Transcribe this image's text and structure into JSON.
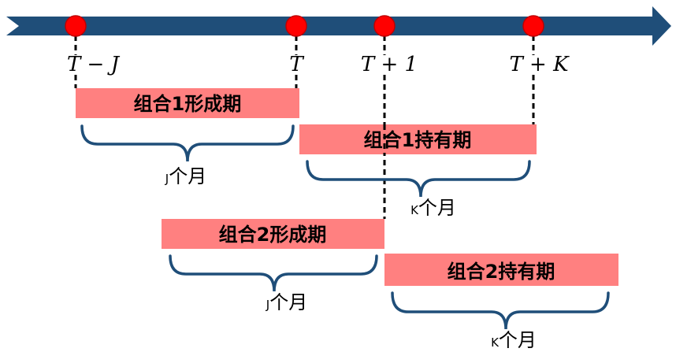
{
  "timeline": {
    "arrow_color": "#1F4E79",
    "marker_color": "#FF0000",
    "ticks": [
      {
        "id": "t-minus-j",
        "label": "T − J"
      },
      {
        "id": "t",
        "label": "T"
      },
      {
        "id": "t-plus-1",
        "label": "T + 1"
      },
      {
        "id": "t-plus-k",
        "label": "T + K"
      }
    ]
  },
  "periods": [
    {
      "id": "portfolio1-formation",
      "label": "组合1形成期",
      "duration_letter": "J",
      "duration_unit": "个月"
    },
    {
      "id": "portfolio1-holding",
      "label": "组合1持有期",
      "duration_letter": "K",
      "duration_unit": "个月"
    },
    {
      "id": "portfolio2-formation",
      "label": "组合2形成期",
      "duration_letter": "J",
      "duration_unit": "个月"
    },
    {
      "id": "portfolio2-holding",
      "label": "组合2持有期",
      "duration_letter": "K",
      "duration_unit": "个月"
    }
  ],
  "colors": {
    "bar_fill": "#FF8080",
    "brace": "#1F4E79",
    "dashed": "#000000"
  }
}
